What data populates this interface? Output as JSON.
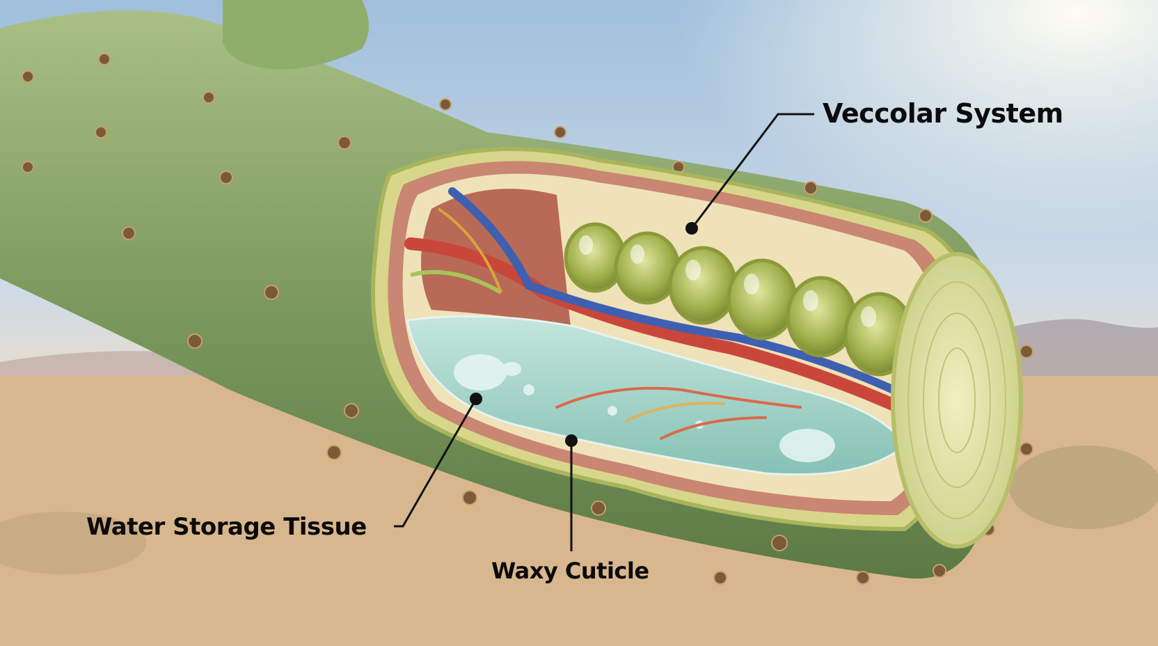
{
  "labels": {
    "vascular_system": "Veccolar System",
    "water_storage": "Water Storage Tissue",
    "waxy_cuticle": "Waxy Cuticle"
  },
  "colors": {
    "sky_top": "#a9c6de",
    "sand": "#d9b78e",
    "cactus_skin": "#7f9c63",
    "cut_rim": "#c9d37d",
    "cuticle_band": "#c98672",
    "water": "#9fd3c8",
    "vein_red": "#c9473a",
    "vein_blue": "#3f5fb0",
    "cell_green": "#a9b851",
    "leader_line": "#111111"
  }
}
